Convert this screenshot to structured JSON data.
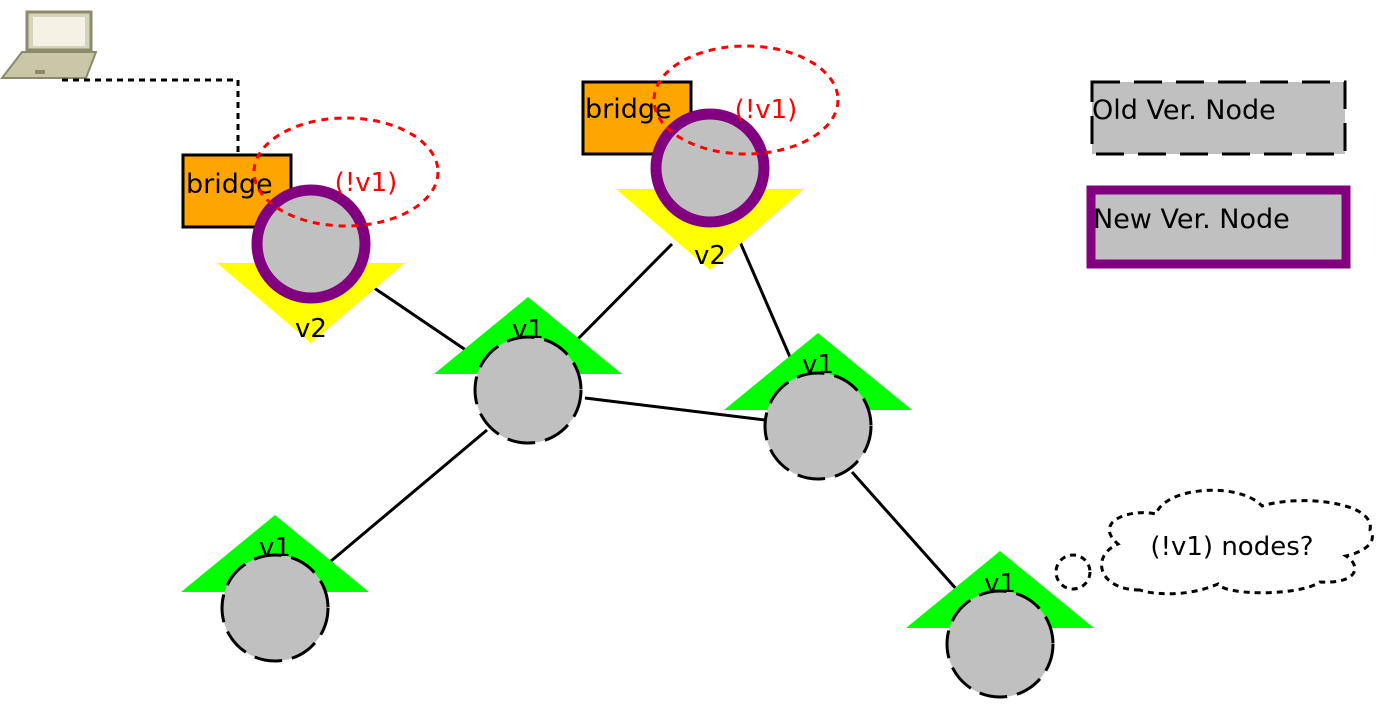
{
  "colors": {
    "node_fill": "#c0c0c0",
    "new_node_border": "#800080",
    "v1_triangle": "#00ff00",
    "v2_triangle": "#ffff00",
    "bridge_fill": "#ffa500",
    "annotation": "#ff0000",
    "link": "#000000"
  },
  "icons": {
    "laptop": "laptop-icon",
    "thought_cloud": "thought-cloud-icon"
  },
  "legend": {
    "old_node": "Old Ver. Node",
    "new_node": "New Ver. Node"
  },
  "nodes": {
    "n1": {
      "version": "v2",
      "kind": "new"
    },
    "n2": {
      "version": "v2",
      "kind": "new"
    },
    "n3": {
      "version": "v1",
      "kind": "old"
    },
    "n4": {
      "version": "v1",
      "kind": "old"
    },
    "n5": {
      "version": "v1",
      "kind": "old"
    },
    "n6": {
      "version": "v1",
      "kind": "old"
    }
  },
  "bridges": {
    "b1": "bridge",
    "b2": "bridge"
  },
  "annotations": {
    "a1": "(!v1)",
    "a2": "(!v1)"
  },
  "thought": "(!v1) nodes?"
}
